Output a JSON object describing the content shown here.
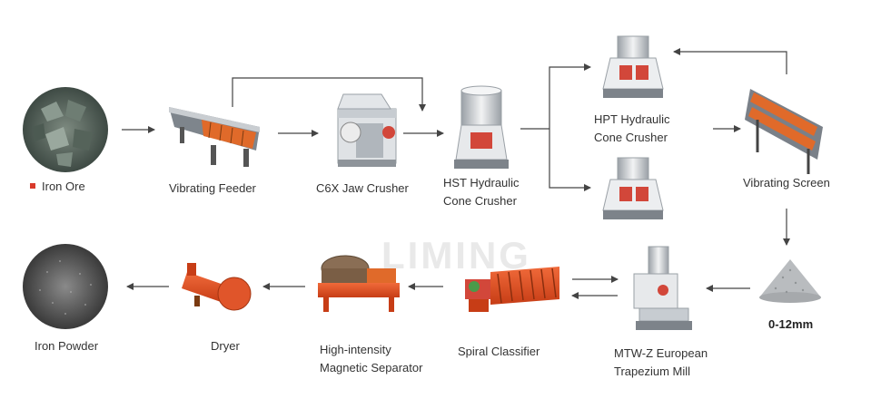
{
  "watermark": "LIMING",
  "colors": {
    "accent": "#d93a2b",
    "arrow": "#444444",
    "steel": "#b8bdc2",
    "ore": "#5d6b63"
  },
  "nodes": {
    "iron_ore": {
      "label": "Iron Ore"
    },
    "vibrating_feeder": {
      "label": "Vibrating Feeder"
    },
    "jaw_crusher": {
      "label": "C6X Jaw Crusher"
    },
    "hst_crusher": {
      "label": [
        "HST Hydraulic",
        "Cone Crusher"
      ]
    },
    "hpt_crusher": {
      "label": [
        "HPT Hydraulic",
        "Cone Crusher"
      ]
    },
    "vibrating_screen": {
      "label": "Vibrating Screen"
    },
    "product_size": {
      "label": "0-12mm"
    },
    "trapezium_mill": {
      "label": [
        "MTW-Z European",
        "Trapezium Mill"
      ]
    },
    "spiral_classifier": {
      "label": "Spiral Classifier"
    },
    "magnetic_separator": {
      "label": [
        "High-intensity",
        "Magnetic Separator"
      ]
    },
    "dryer": {
      "label": "Dryer"
    },
    "iron_powder": {
      "label": "Iron Powder"
    }
  }
}
